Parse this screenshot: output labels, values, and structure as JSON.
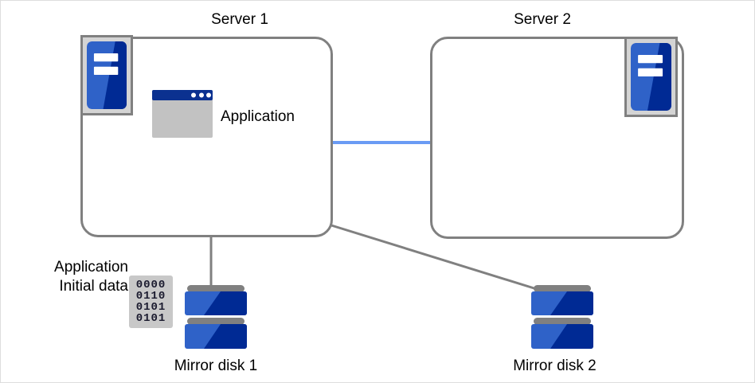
{
  "diagram": {
    "title_server_1": "Server 1",
    "title_server_2": "Server 2",
    "application_label": "Application",
    "initial_data_label": "Application\nInitial data",
    "mirror_disk_1_label": "Mirror disk 1",
    "mirror_disk_2_label": "Mirror disk 2",
    "binary_rows": [
      "0000",
      "0110",
      "0101",
      "0101"
    ],
    "icons": {
      "server": "server-icon",
      "application": "application-window-icon",
      "disk": "mirror-disk-icon",
      "binary": "binary-data-icon"
    },
    "colors": {
      "box_border": "#808080",
      "icon_frame": "#808080",
      "icon_frame_fill": "#d4d4d4",
      "blue_light": "#2f62c8",
      "blue_dark": "#002a94",
      "app_titlebar": "#0b3190",
      "app_body": "#c2c2c2",
      "heartbeat_line": "#6a9bf4",
      "connector_line": "#808080",
      "binary_text": "#1a1a2e",
      "binary_bg": "#c8c8c8",
      "page_border": "#dddddd",
      "text": "#000000"
    },
    "connectors": {
      "heartbeat": "server-1 to server-2 horizontal blue link",
      "disk1_link": "server-1 bottom to mirror disk 1",
      "disk2_link": "server-1 bottom-right corner to mirror disk 2"
    }
  }
}
